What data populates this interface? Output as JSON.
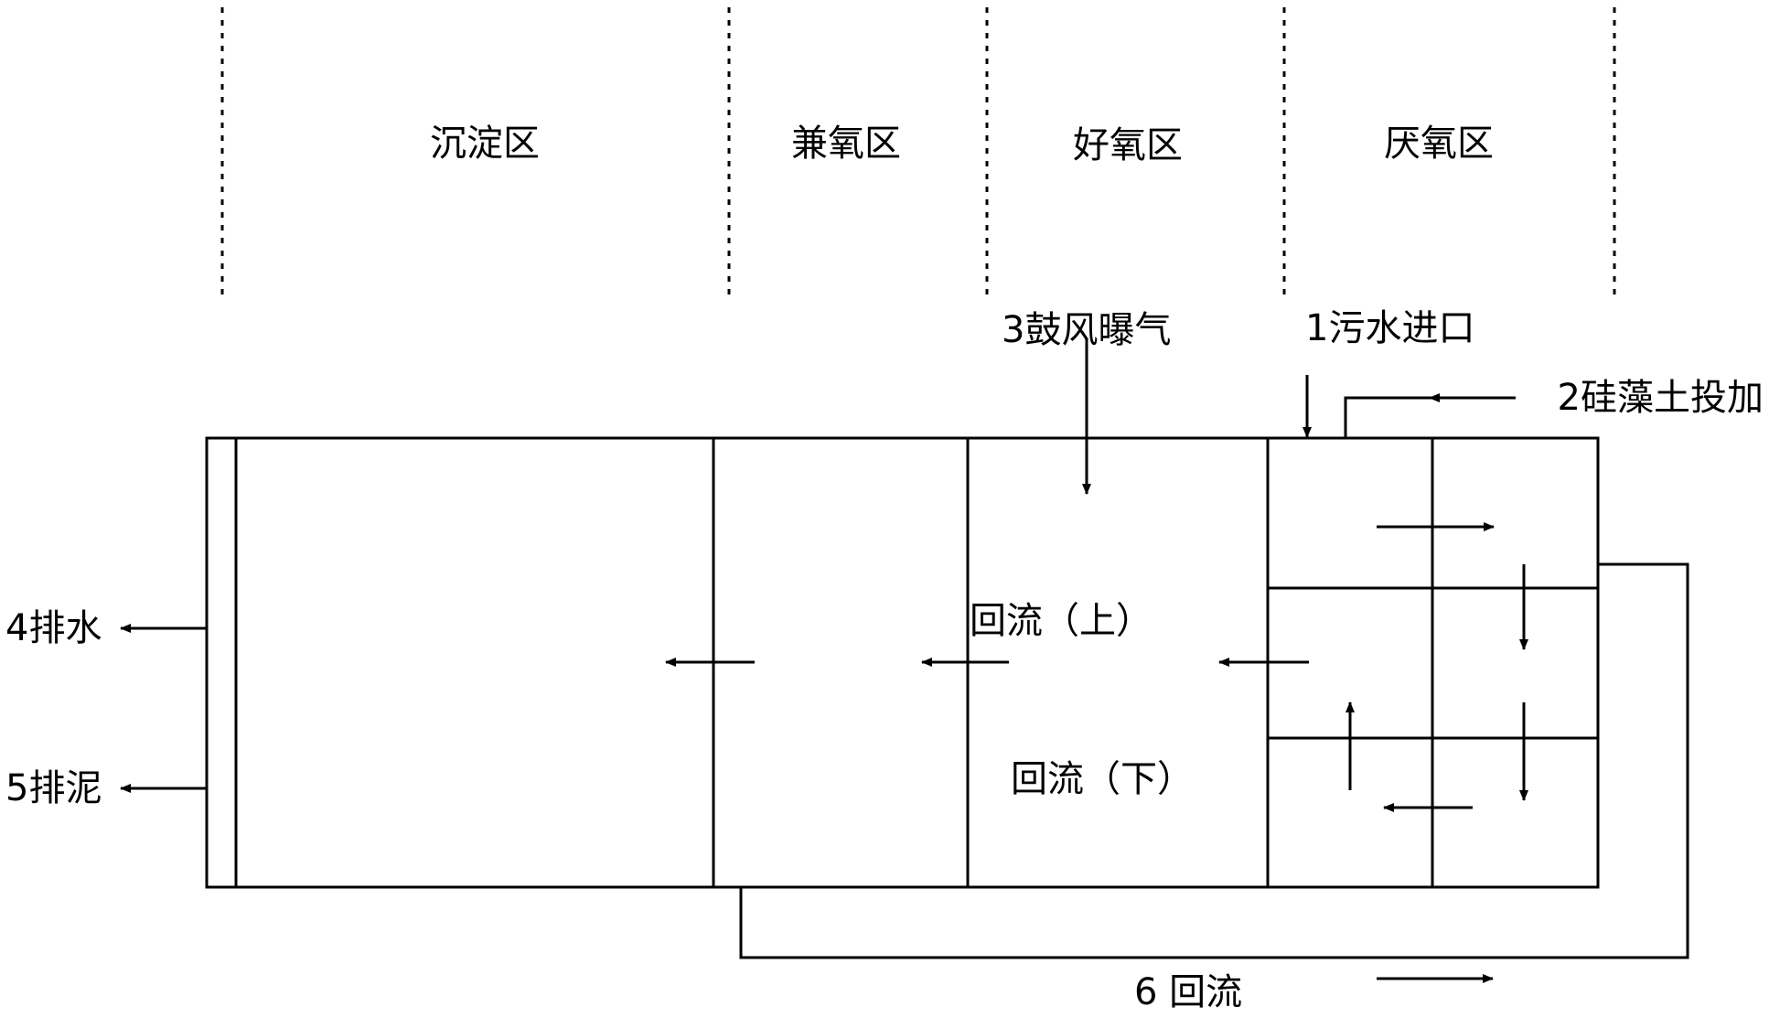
{
  "zones": {
    "sedimentation": "沉淀区",
    "anoxic": "兼氧区",
    "aerobic": "好氧区",
    "anaerobic": "厌氧区"
  },
  "callouts": {
    "aeration": "3鼓风曝气",
    "inlet": "1污水进口",
    "diatomite": "2硅藻土投加",
    "drain_water": "4排水",
    "drain_sludge": "5排泥",
    "return_flow": "6  回流"
  },
  "flow_labels": {
    "reflux_upper": "回流（上）",
    "reflux_lower": "回流（下）"
  }
}
